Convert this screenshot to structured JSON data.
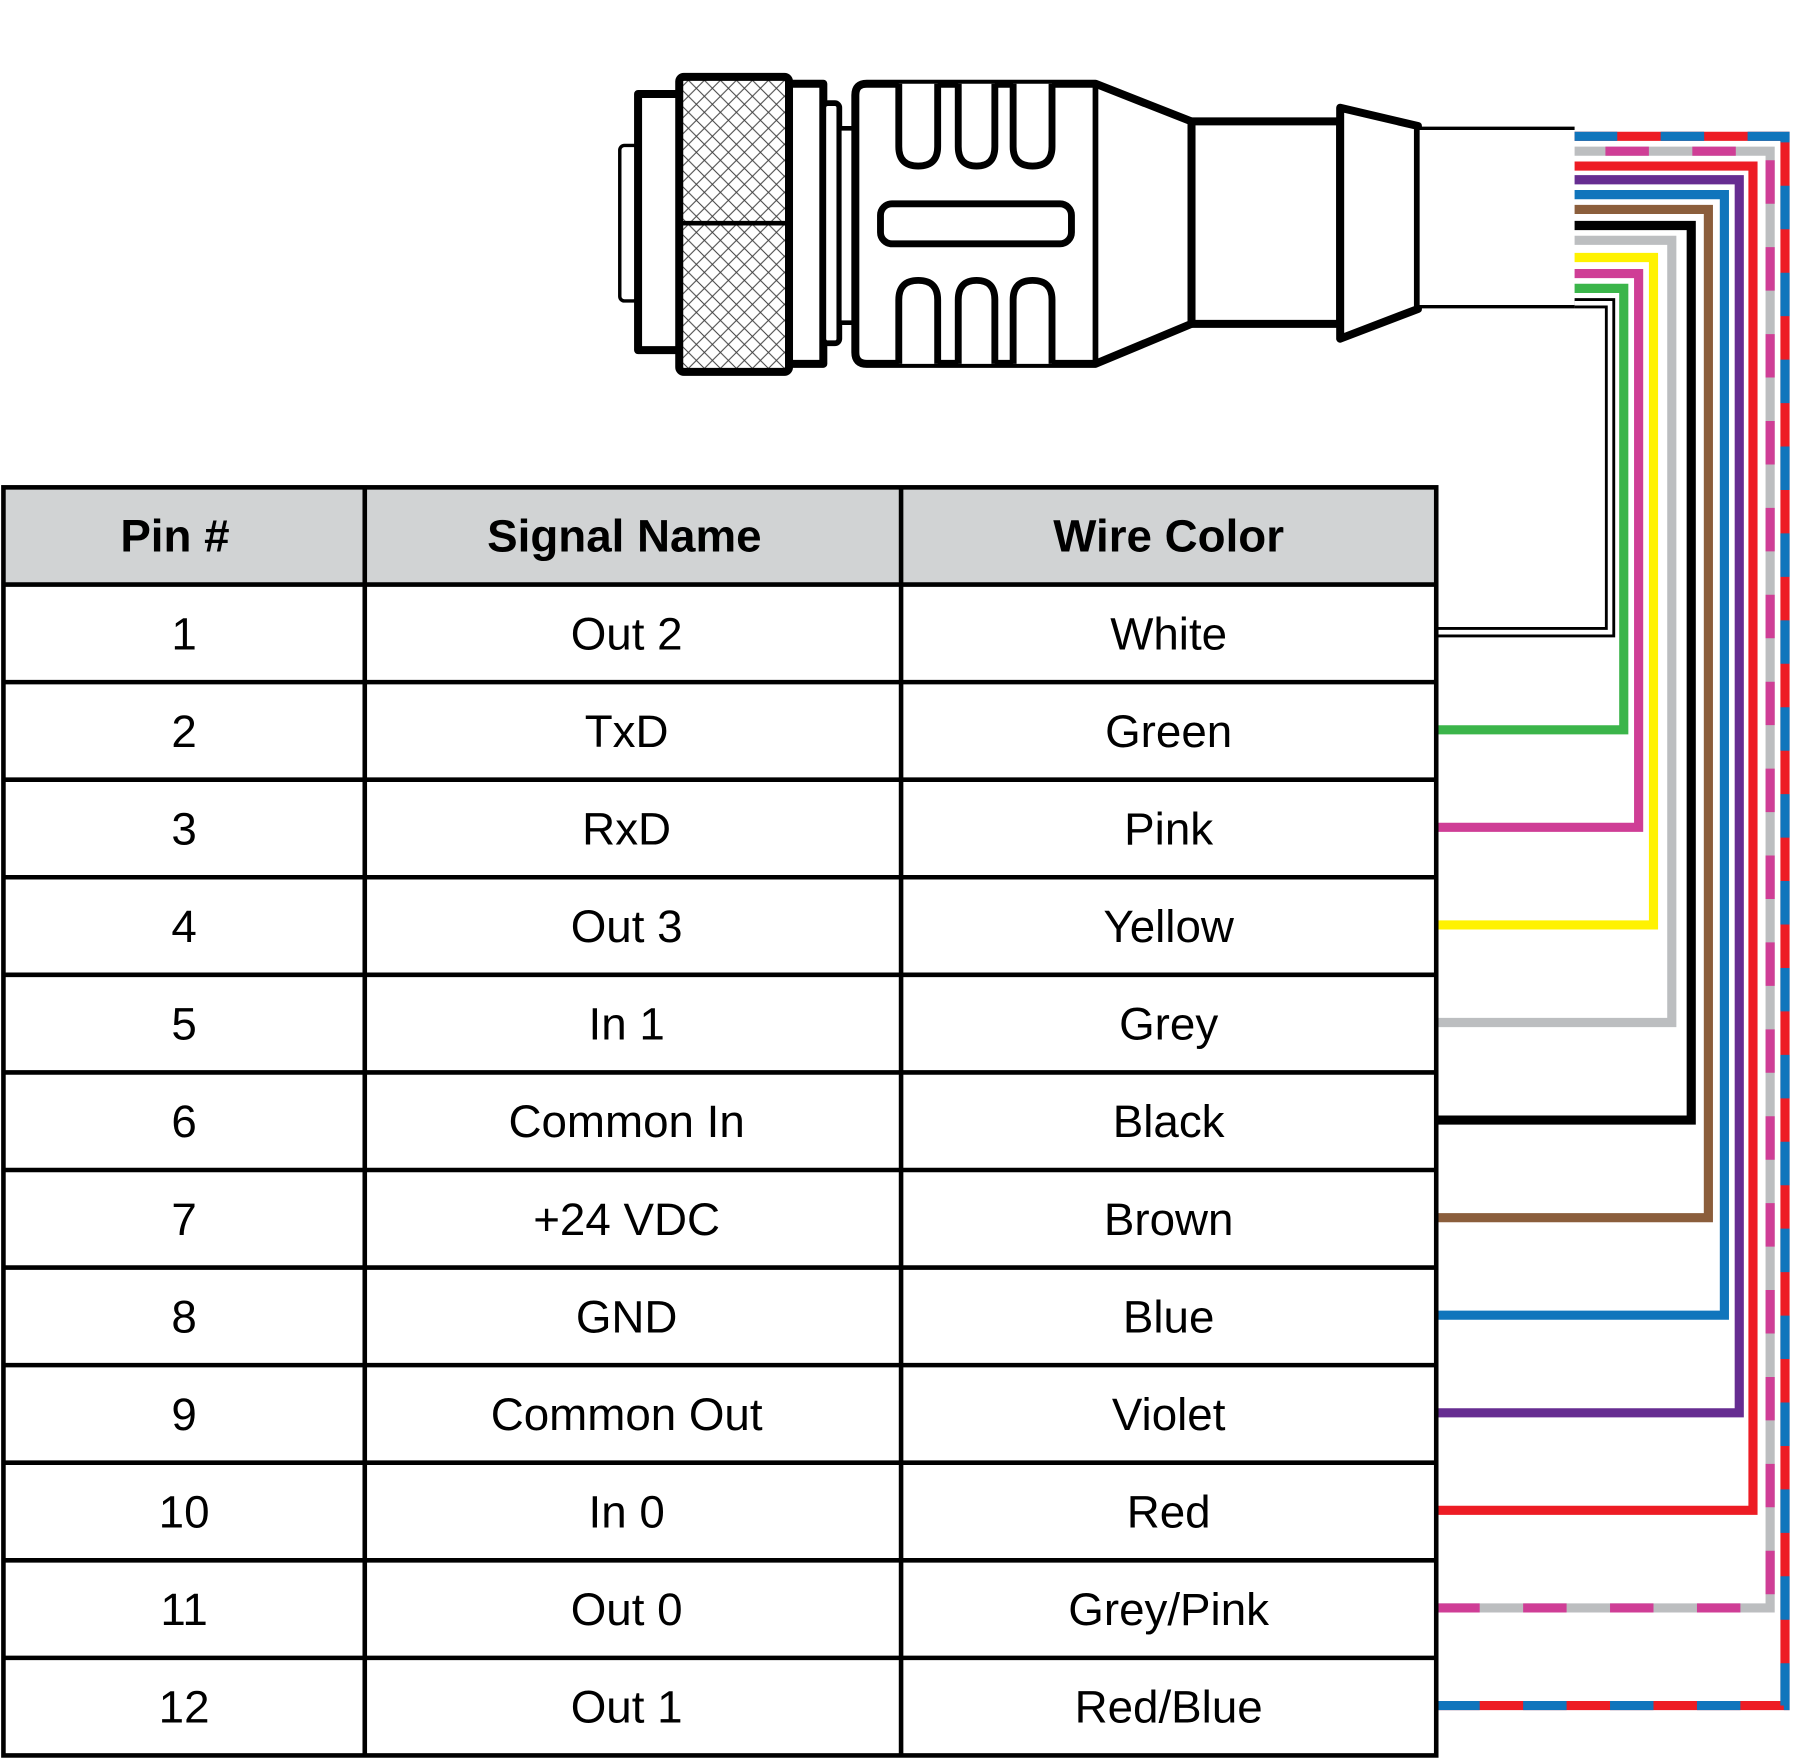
{
  "table": {
    "headers": [
      "Pin #",
      "Signal Name",
      "Wire Color"
    ],
    "rows": [
      {
        "pin": "1",
        "signal": "Out 2",
        "color": "White",
        "hex": "#ffffff"
      },
      {
        "pin": "2",
        "signal": "TxD",
        "color": "Green",
        "hex": "#3bb54a"
      },
      {
        "pin": "3",
        "signal": "RxD",
        "color": "Pink",
        "hex": "#cf3e96"
      },
      {
        "pin": "4",
        "signal": "Out 3",
        "color": "Yellow",
        "hex": "#fff200"
      },
      {
        "pin": "5",
        "signal": "In 1",
        "color": "Grey",
        "hex": "#bcbec0"
      },
      {
        "pin": "6",
        "signal": "Common In",
        "color": "Black",
        "hex": "#000000"
      },
      {
        "pin": "7",
        "signal": "+24 VDC",
        "color": "Brown",
        "hex": "#8b5e3c"
      },
      {
        "pin": "8",
        "signal": "GND",
        "color": "Blue",
        "hex": "#1075bc"
      },
      {
        "pin": "9",
        "signal": "Common Out",
        "color": "Violet",
        "hex": "#662d91"
      },
      {
        "pin": "10",
        "signal": "In 0",
        "color": "Red",
        "hex": "#ed1c24"
      },
      {
        "pin": "11",
        "signal": "Out 0",
        "color": "Grey/Pink",
        "hex": "#bcbec0",
        "stripe": "#cf3e96"
      },
      {
        "pin": "12",
        "signal": "Out 1",
        "color": "Red/Blue",
        "hex": "#ed1c24",
        "stripe": "#1075bc"
      }
    ]
  },
  "colors": {
    "header_bg": "#d1d3d4",
    "outline": "#000000"
  }
}
